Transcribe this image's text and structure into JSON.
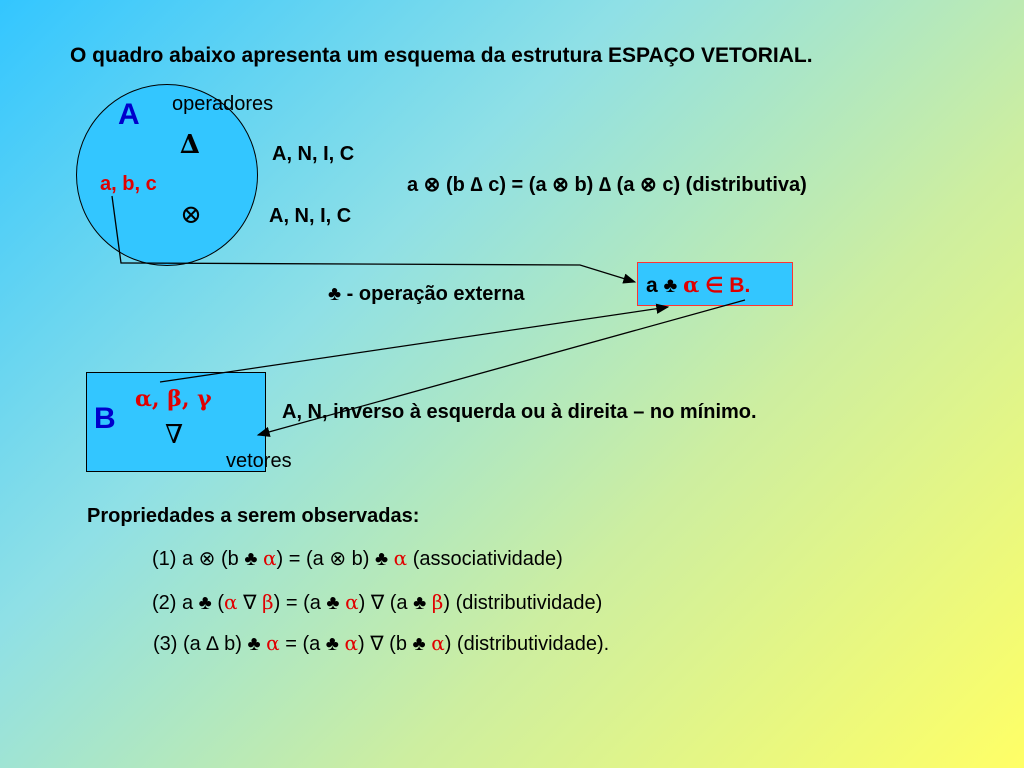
{
  "title": "O quadro abaixo apresenta um esquema da estrutura ESPAÇO VETORIAL.",
  "set_a": {
    "label": "A",
    "operators_label": "operadores",
    "delta_symbol": "∆",
    "otimes_symbol": "⊗",
    "elements": "a, b, c",
    "properties_1": "A, N, I, C",
    "properties_2": "A, N, I, C"
  },
  "distributive": {
    "text": "a ⊗ (b ∆ c) = (a ⊗ b) ∆ (a ⊗ c)  (distributiva)"
  },
  "result": {
    "lead": "a ♣ ",
    "alpha": "α",
    "rest": " ∈ B."
  },
  "external_op": "♣ - operação externa",
  "set_b": {
    "label": "B",
    "elements": "α, β, γ",
    "nabla_symbol": "∇",
    "vectors_label": "vetores",
    "properties": "A, N, inverso à esquerda ou à direita – no mínimo."
  },
  "properties_heading": "Propriedades a serem observadas:",
  "props": [
    {
      "p1": "(1) a ⊗ (b ♣ ",
      "g1": "α",
      "p2": ") = (a ⊗ b) ♣ ",
      "g2": "α",
      "p3": " (associatividade)"
    },
    {
      "p1": "(2) a ♣ (",
      "g1": "α",
      "p2": " ∇ ",
      "g2": "β",
      "p3": ") = (a ♣ ",
      "g3": "α",
      "p4": ") ∇ (a ♣ ",
      "g4": "β",
      "p5": ") (distributividade)"
    },
    {
      "p1": "(3) (a ∆ b) ♣ ",
      "g1": "α",
      "p2": " = (a ♣ ",
      "g2": "α",
      "p3": ") ∇ (b ♣ ",
      "g3": "α",
      "p4": ") (distributividade)."
    }
  ]
}
